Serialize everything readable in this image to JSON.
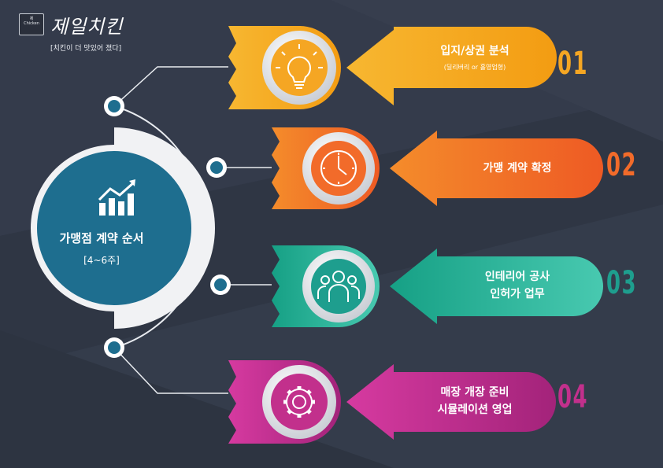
{
  "logo": {
    "name": "제일치킨",
    "box_lines": [
      "제",
      "Chicken"
    ],
    "slogan": "[치킨이 더 맛있어 졌다]"
  },
  "hub": {
    "title": "가맹점 계약 순서",
    "subtitle": "[4~6주]",
    "icon": "growth-chart-icon"
  },
  "steps": [
    {
      "number": "01",
      "title": "입지/상권 분석",
      "line2": "",
      "subtitle": "(딜리버리 or 홀영업형)",
      "icon": "lightbulb-icon",
      "color": "#F5A623"
    },
    {
      "number": "02",
      "title": "가맹 계약 확정",
      "line2": "",
      "subtitle": "",
      "icon": "clock-icon",
      "color": "#F26B2A"
    },
    {
      "number": "03",
      "title": "인테리어 공사",
      "line2": "인허가 업무",
      "subtitle": "",
      "icon": "people-icon",
      "color": "#1E9E8E"
    },
    {
      "number": "04",
      "title": "매장 개장 준비",
      "line2": "시뮬레이션 영업",
      "subtitle": "",
      "icon": "gear-icon",
      "color": "#C2308C"
    }
  ]
}
